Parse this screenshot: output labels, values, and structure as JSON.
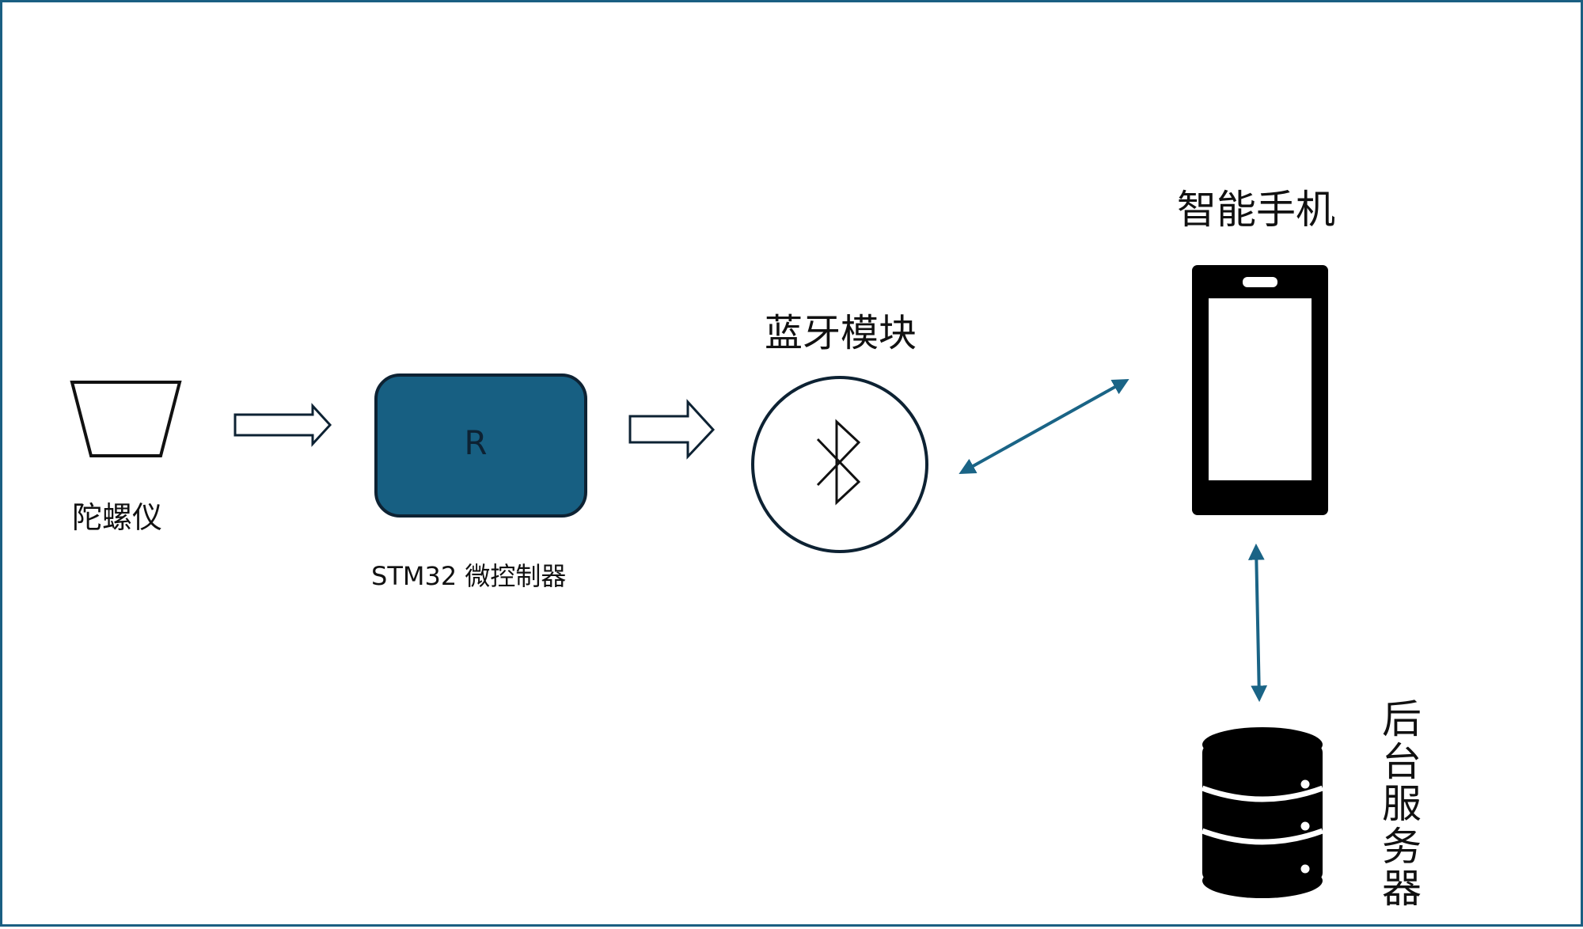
{
  "nodes": {
    "gyroscope": {
      "label": "陀螺仪"
    },
    "mcu": {
      "label": "STM32 微控制器",
      "chip_text": "R"
    },
    "bluetooth": {
      "label": "蓝牙模块",
      "icon": "bluetooth-icon"
    },
    "phone": {
      "label": "智能手机",
      "icon": "smartphone-icon"
    },
    "server": {
      "label": "后台服务器",
      "icon": "database-server-icon"
    }
  },
  "edges": [
    {
      "from": "gyroscope",
      "to": "mcu",
      "style": "outline-arrow"
    },
    {
      "from": "mcu",
      "to": "bluetooth",
      "style": "outline-arrow"
    },
    {
      "from": "bluetooth",
      "to": "phone",
      "style": "bidirectional"
    },
    {
      "from": "phone",
      "to": "server",
      "style": "bidirectional"
    }
  ],
  "colors": {
    "frame": "#1a5f82",
    "mcu_fill": "#175f82",
    "mcu_stroke": "#0d2233",
    "link_arrow": "#1a6486",
    "icon_dark": "#000000"
  }
}
